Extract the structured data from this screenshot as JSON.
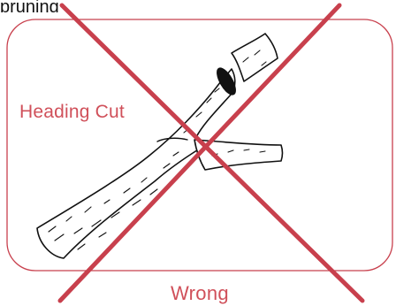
{
  "top_text": "pruning",
  "diagram": {
    "label_cut": "Heading Cut",
    "label_verdict": "Wrong"
  },
  "colors": {
    "accent": "#c8404d",
    "label": "#d0505a",
    "ink": "#111111"
  }
}
